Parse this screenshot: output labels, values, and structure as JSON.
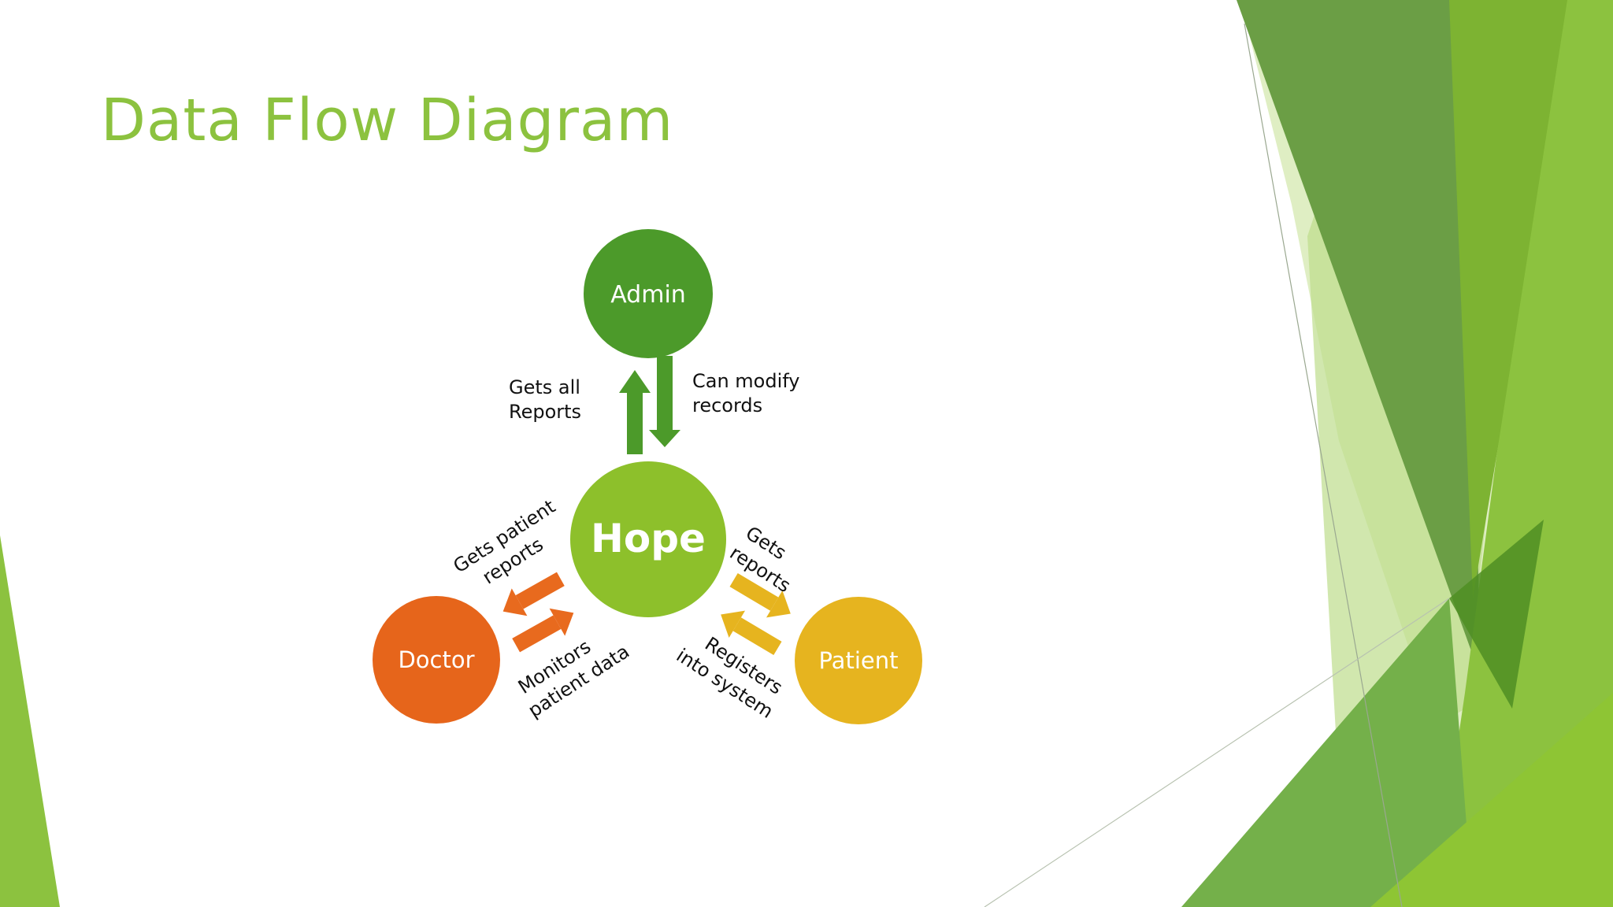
{
  "slide": {
    "title": "Data Flow Diagram"
  },
  "colors": {
    "title": "#8cc23f",
    "admin": "#4c9a2a",
    "hope": "#8dc02b",
    "doctor": "#e6651b",
    "patient": "#e6b41f",
    "admin_arrow": "#4c9a2a",
    "doctor_arrow": "#e86a1e",
    "patient_arrow": "#e6b41f"
  },
  "diagram": {
    "nodes": {
      "admin": "Admin",
      "hope": "Hope",
      "doctor": "Doctor",
      "patient": "Patient"
    },
    "flows": {
      "admin_gets_line1": "Gets all",
      "admin_gets_line2": "Reports",
      "admin_modify_line1": "Can modify",
      "admin_modify_line2": "records",
      "doctor_gets_line1": "Gets patient",
      "doctor_gets_line2": "reports",
      "doctor_monitors_line1": "Monitors",
      "doctor_monitors_line2": "patient data",
      "patient_gets_line1": "Gets",
      "patient_gets_line2": "reports",
      "patient_registers_line1": "Registers",
      "patient_registers_line2": "into system"
    }
  }
}
